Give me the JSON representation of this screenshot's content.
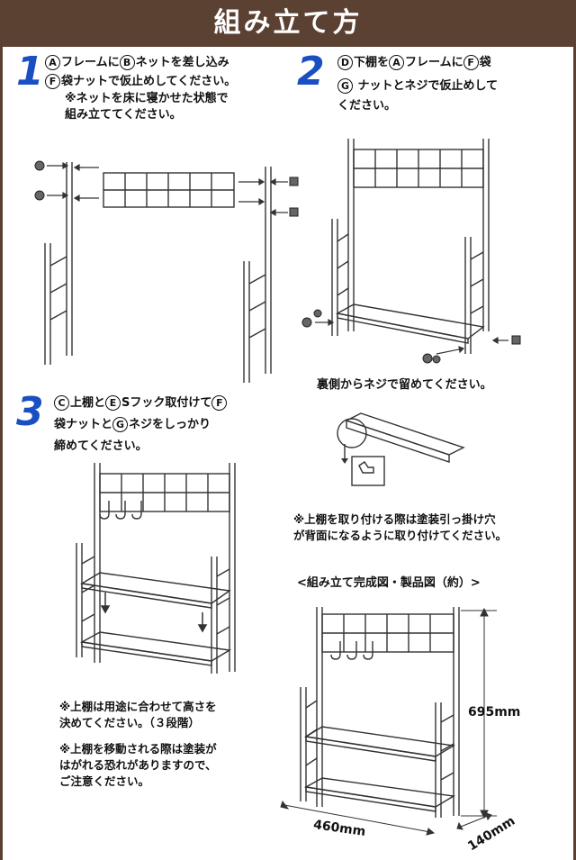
{
  "header": {
    "title": "組み立て方"
  },
  "steps": [
    {
      "number": "1",
      "line1": {
        "p1": "A",
        "t1": "フレームに",
        "p2": "B",
        "t2": "ネットを差し込み"
      },
      "line2": {
        "p1": "F",
        "t1": "袋ナットで仮止めしてください。"
      },
      "line3": "※ネットを床に寝かせた状態で",
      "line4": "組み立ててください。"
    },
    {
      "number": "2",
      "line1": {
        "p1": "D",
        "t1": "下棚を",
        "p2": "A",
        "t2": "フレームに",
        "p3": "F",
        "t3": "袋"
      },
      "line2": {
        "p1": "G",
        "t1": "ナットとネジで仮止めして"
      },
      "line3": "ください。",
      "caption": "裏側からネジで留めてください。"
    },
    {
      "number": "3",
      "line1": {
        "p1": "C",
        "t1": "上棚と",
        "p2": "E",
        "t2": "Sフック取付けて",
        "p3": "F"
      },
      "line2": {
        "t0": "袋ナットと",
        "p1": "G",
        "t1": "ネジをしっかり"
      },
      "line3": "締めてください。"
    }
  ],
  "notes": {
    "hook_note": [
      "※上棚を取り付ける際は塗装引っ掛け穴",
      "が背面になるように取り付けてください。"
    ],
    "shelf_height_note": [
      "※上棚は用途に合わせて高さを",
      "決めてください。（３段階）"
    ],
    "paint_note": [
      "※上棚を移動される際は塗装が",
      "はがれる恐れがありますので、",
      "ご注意ください。"
    ]
  },
  "completed": {
    "title": "<組み立て完成図・製品図（約）>",
    "height": "695mm",
    "width": "460mm",
    "depth": "140mm"
  },
  "colors": {
    "header_bg": "#5b4132",
    "step_number": "#1a4fc4"
  }
}
